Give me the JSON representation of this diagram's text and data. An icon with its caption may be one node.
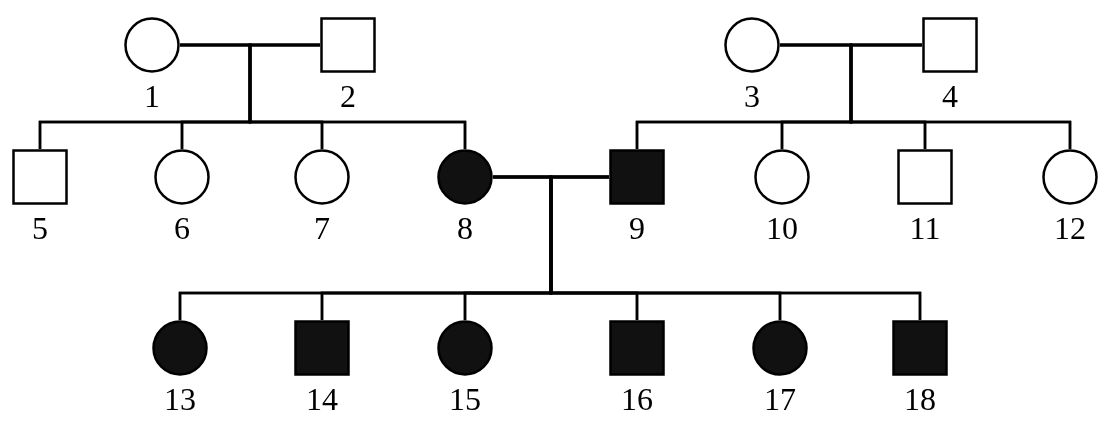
{
  "diagram": {
    "nodes": [
      {
        "text": [
          "1"
        ]
      },
      {
        "text": [
          "2"
        ]
      },
      {
        "text": [
          "3"
        ]
      },
      {
        "text": [
          "4"
        ]
      },
      {
        "text": [
          "5"
        ]
      },
      {
        "text": [
          "6"
        ]
      },
      {
        "text": [
          "7"
        ]
      },
      {
        "text": [
          "8"
        ]
      },
      {
        "text": [
          "9"
        ]
      },
      {
        "text": [
          "10"
        ]
      },
      {
        "text": [
          "11"
        ]
      },
      {
        "text": [
          "12"
        ]
      },
      {
        "text": [
          "13"
        ]
      },
      {
        "text": [
          "14"
        ]
      },
      {
        "text": [
          "15"
        ]
      },
      {
        "text": [
          "16"
        ]
      },
      {
        "text": [
          "17"
        ]
      },
      {
        "text": [
          "18"
        ]
      }
    ],
    "edges": [
      {
        "from": 0,
        "to": 1,
        "arrow": "none"
      },
      {
        "from": 0,
        "to": 4,
        "arrow": "none"
      },
      {
        "from": 1,
        "to": 4,
        "arrow": "none"
      },
      {
        "from": 0,
        "to": 5,
        "arrow": "none"
      },
      {
        "from": 1,
        "to": 5,
        "arrow": "none"
      },
      {
        "from": 0,
        "to": 6,
        "arrow": "none"
      },
      {
        "from": 1,
        "to": 6,
        "arrow": "none"
      },
      {
        "from": 0,
        "to": 7,
        "arrow": "none"
      },
      {
        "from": 1,
        "to": 7,
        "arrow": "none"
      },
      {
        "from": 2,
        "to": 3,
        "arrow": "none"
      },
      {
        "from": 2,
        "to": 8,
        "arrow": "none"
      },
      {
        "from": 3,
        "to": 8,
        "arrow": "none"
      },
      {
        "from": 2,
        "to": 9,
        "arrow": "none"
      },
      {
        "from": 3,
        "to": 9,
        "arrow": "none"
      },
      {
        "from": 2,
        "to": 10,
        "arrow": "none"
      },
      {
        "from": 3,
        "to": 10,
        "arrow": "none"
      },
      {
        "from": 2,
        "to": 11,
        "arrow": "none"
      },
      {
        "from": 3,
        "to": 11,
        "arrow": "none"
      },
      {
        "from": 7,
        "to": 8,
        "arrow": "none"
      },
      {
        "from": 7,
        "to": 12,
        "arrow": "none"
      },
      {
        "from": 8,
        "to": 12,
        "arrow": "none"
      },
      {
        "from": 7,
        "to": 13,
        "arrow": "none"
      },
      {
        "from": 8,
        "to": 13,
        "arrow": "none"
      },
      {
        "from": 7,
        "to": 14,
        "arrow": "none"
      },
      {
        "from": 8,
        "to": 14,
        "arrow": "none"
      },
      {
        "from": 7,
        "to": 15,
        "arrow": "none"
      },
      {
        "from": 8,
        "to": 15,
        "arrow": "none"
      },
      {
        "from": 7,
        "to": 16,
        "arrow": "none"
      },
      {
        "from": 8,
        "to": 16,
        "arrow": "none"
      },
      {
        "from": 7,
        "to": 17,
        "arrow": "none"
      },
      {
        "from": 8,
        "to": 17,
        "arrow": "none"
      }
    ]
  }
}
